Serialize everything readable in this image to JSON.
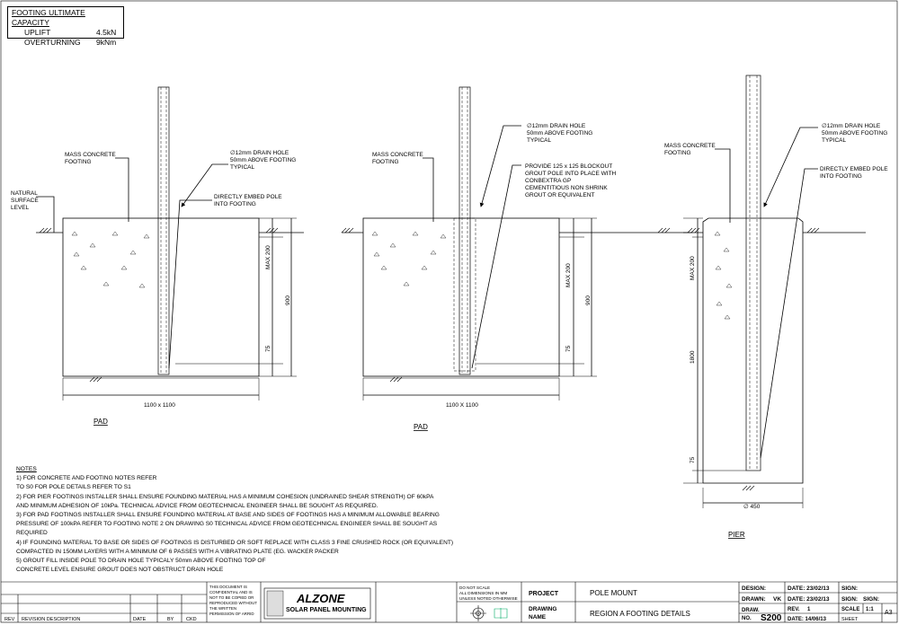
{
  "capacity": {
    "title": "FOOTING  ULTIMATE CAPACITY",
    "uplift_label": "UPLIFT",
    "uplift_value": "4.5kN",
    "overturning_label": "OVERTURNING",
    "overturning_value": "9kNm"
  },
  "details": {
    "natural_surface": [
      "NATURAL",
      "SURFACE",
      "LEVEL"
    ],
    "pad1": {
      "mass_concrete": [
        "MASS CONCRETE",
        "FOOTING"
      ],
      "drain_hole": [
        "∅12mm DRAIN HOLE",
        "50mm ABOVE FOOTING",
        "TYPICAL"
      ],
      "embed": [
        "DIRECTLY EMBED POLE",
        "INTO FOOTING"
      ],
      "dim_max": "MAX 200",
      "dim_900": "900",
      "dim_75": "75",
      "dim_width": "1100 x 1100",
      "title": "PAD"
    },
    "pad2": {
      "mass_concrete": [
        "MASS CONCRETE",
        "FOOTING"
      ],
      "drain_hole": [
        "∅12mm DRAIN HOLE",
        "50mm ABOVE FOOTING",
        "TYPICAL"
      ],
      "blockout": [
        "PROVIDE 125 x 125 BLOCKOUT",
        "GROUT POLE INTO PLACE WITH",
        "CONBEXTRA GP",
        "CEMENTITIOUS NON SHRINK",
        "GROUT OR EQUIVALENT"
      ],
      "dim_max": "MAX 200",
      "dim_900": "900",
      "dim_75": "75",
      "dim_width": "1100 X 1100",
      "title": "PAD"
    },
    "pier": {
      "mass_concrete": [
        "MASS CONCRETE",
        "FOOTING"
      ],
      "drain_hole": [
        "∅12mm DRAIN HOLE",
        "50mm ABOVE FOOTING",
        "TYPICAL"
      ],
      "embed": [
        "DIRECTLY EMBED POLE",
        "INTO FOOTING"
      ],
      "dim_max": "MAX 200",
      "dim_1800": "1800",
      "dim_75": "75",
      "dim_dia": "∅ 450",
      "title": "PIER"
    }
  },
  "notes": [
    "NOTES",
    "1) FOR CONCRETE AND FOOTING NOTES REFER",
    "TO S0 FOR POLE DETAILS REFER TO S1",
    "2) FOR PIER FOOTINGS INSTALLER SHALL ENSURE FOUNDING MATERIAL HAS A MINIMUM COHESION (UNDRAINED SHEAR STRENGTH) OF 60kPA",
    "AND MINIMUM ADHESION OF 10kPa. TECHNICAL ADVICE FROM GEOTECHNICAL ENGINEER SHALL BE SOUGHT AS REQUIRED.",
    "3) FOR PAD FOOTINGS INSTALLER SHALL ENSURE FOUNDING MATERIAL AT BASE AND SIDES OF FOOTINGS HAS A MINIMUM ALLOWABLE BEARING",
    "PRESSURE OF 100kPA REFER TO FOOTING NOTE 2 ON DRAWING S0 TECHNICAL ADVICE FROM GEOTECHNICAL ENGINEER SHALL BE SOUGHT AS",
    "REQUIRED",
    "4) IF FOUNDING MATERIAL TO  BASE OR SIDES OF FOOTINGS IS DISTURBED OR SOFT REPLACE WITH CLASS 3 FINE CRUSHED ROCK (OR EQUIVALENT)",
    "COMPACTED IN 150MM LAYERS WITH A MINIMUM OF 6 PASSES WITH A VIBRATING PLATE (EG. WACKER PACKER",
    "5) GROUT FILL INSIDE POLE TO DRAIN HOLE TYPICALY 50mm ABOVE FOOTING TOP OF",
    "CONCRETE LEVEL ENSURE GROUT DOES NOT OBSTRUCT DRAIN HOLE"
  ],
  "title_block": {
    "rev_headers": [
      "REV",
      "REVISION DESCRIPTION",
      "DATE",
      "BY",
      "CKD"
    ],
    "confidential": [
      "THIS DOCUMENT IS",
      "CONFIDENTIAL AND IS",
      "NOT TO BE COPIED OR",
      "REPRODUCED WITHOUT",
      "THE WRITTEN",
      "PERMISSION OF ARRID"
    ],
    "logo_name": "ALZONE",
    "logo_sub": "SOLAR PANEL MOUNTING",
    "scale_note": [
      "DO NOT SCALE",
      "ALL DIMENSIONS IN MM",
      "UNLESS NOTED OTHERWISE"
    ],
    "project_label": "PROJECT",
    "project_value": "POLE MOUNT",
    "drawing_label": [
      "DRAWING",
      "NAME"
    ],
    "drawing_value": "REGION A FOOTING DETAILS",
    "design_label": "DESIGN:",
    "design_date": "DATE: 23/02/13",
    "drawn_label": "DRAWN:",
    "drawn_value": "VK",
    "drawn_date": "DATE: 23/02/13",
    "sign1": "SIGN:",
    "sign2": "SIGN:",
    "sign3": "SIGN:",
    "draw_no_label": [
      "DRAW.",
      "NO."
    ],
    "draw_no": "S200",
    "rev_label": "REV.",
    "rev_value": "1",
    "scale_label": "SCALE",
    "scale_value": "1:1",
    "sheet_size": "A3",
    "date3": "DATE: 14/06/13",
    "sheet_label": "SHEET"
  }
}
